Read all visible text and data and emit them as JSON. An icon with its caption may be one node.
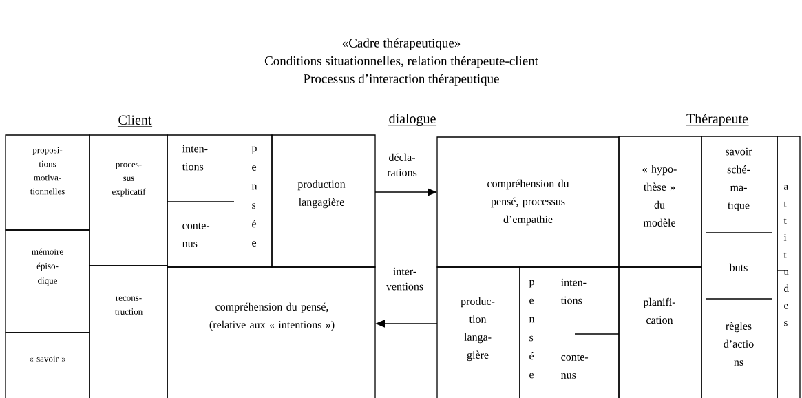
{
  "diagram": {
    "title": "«Cadre thérapeutique»",
    "nodes": [
      {
        "text": [
          "proposi-tions motiva-tionnelles"
        ]
      },
      {
        "text": [
          "mémoire épiso-dique"
        ]
      },
      {
        "text": [
          "« savoir »"
        ]
      },
      {
        "text": [
          "proces-sus explicatif"
        ]
      },
      {
        "text": [
          "recons-truction"
        ]
      },
      {
        "text": [
          "inten-tions",
          "conte-nus",
          "pensée"
        ]
      },
      {
        "text": [
          "production langagière"
        ]
      },
      {
        "text": [
          "compréhension du pensé, (relative aux « intentions »)"
        ]
      },
      {
        "text": [
          "compréhension du pensé, processus d’empathie"
        ]
      },
      {
        "text": [
          "produc-tion langa-gière"
        ]
      },
      {
        "text": [
          "pensée",
          "inten-tions",
          "conte-nus"
        ]
      },
      {
        "text": [
          "« hypo-thèse » du modèle"
        ]
      },
      {
        "text": [
          "planifi-cation"
        ]
      },
      {
        "text": [
          "savoir sché-ma-tique",
          "buts",
          "règles d’actio ns"
        ]
      },
      {
        "text": [
          "attitudes"
        ]
      }
    ],
    "edges": [
      {
        "from": 6,
        "to": 8,
        "arrow": "to",
        "label": "décla-rations"
      },
      {
        "from": 9,
        "to": 7,
        "arrow": "to",
        "label": "inter-ventions"
      }
    ],
    "labels": [
      "Conditions situationnelles, relation thérapeute-client",
      "Processus d’interaction thérapeutique",
      "Client",
      "dialogue",
      "Thérapeute"
    ]
  }
}
